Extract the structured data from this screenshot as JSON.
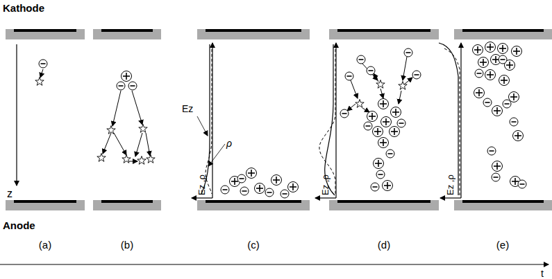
{
  "diagram": {
    "labels": [
      "Kathode",
      "Anode",
      "z",
      "Ez",
      "ρ",
      "Ez ,ρ",
      "Ez ,ρ",
      "Ez ,ρ",
      "(a)",
      "(b)",
      "(c)",
      "(d)",
      "(e)",
      "t"
    ]
  }
}
